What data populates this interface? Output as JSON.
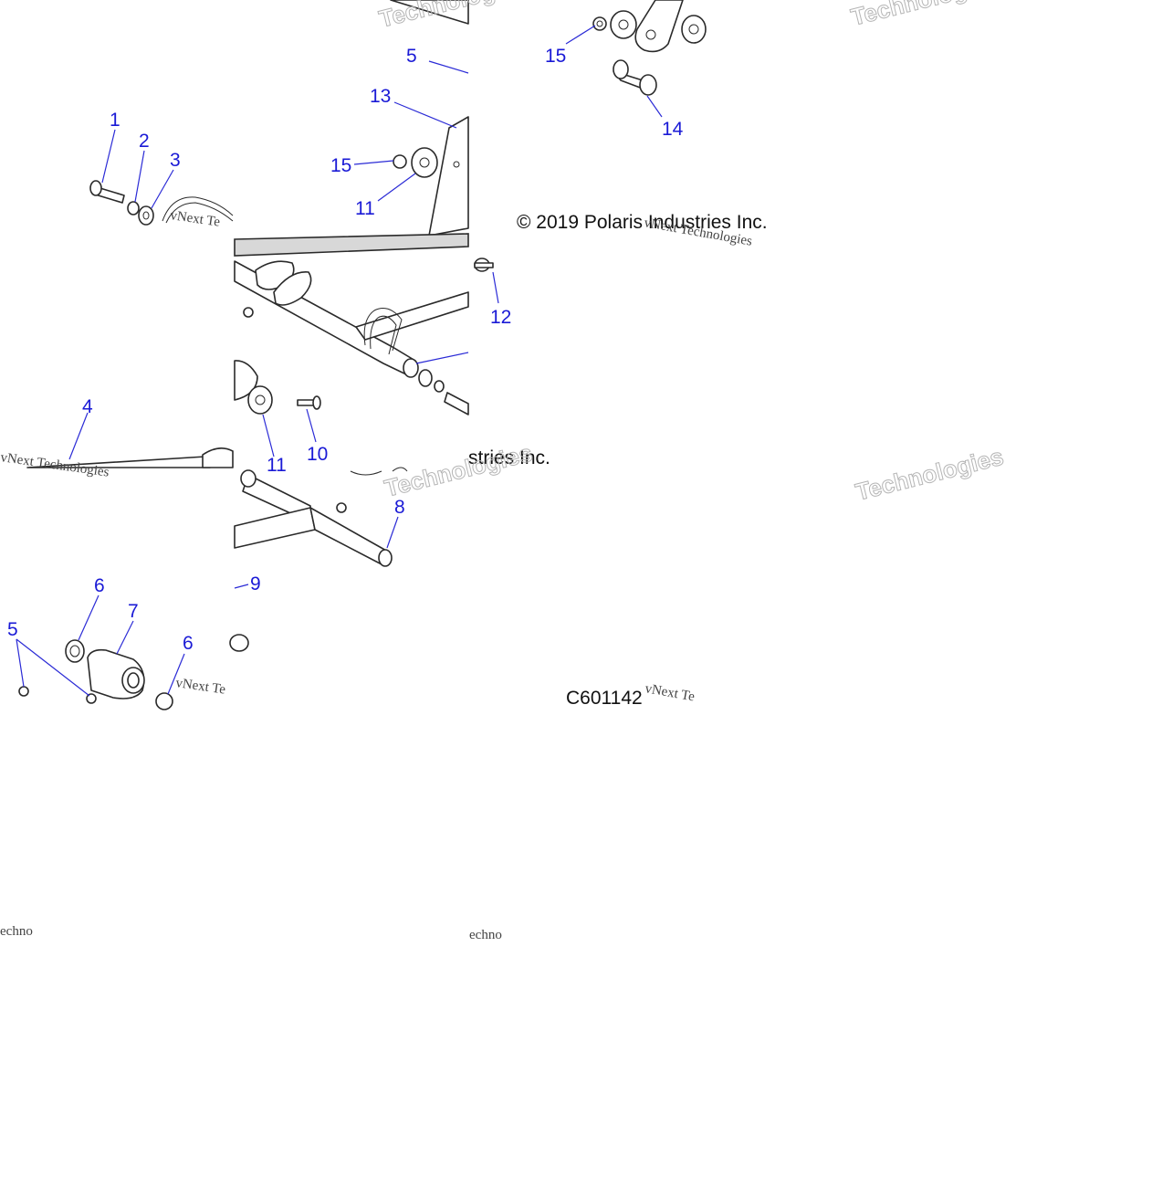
{
  "diagram": {
    "copyright": "© 2019 Polaris Industries Inc.",
    "copyright_fragment_a": "© 2019 Polaris Industries Inc.",
    "copyright_fragment_b": "stries Inc.",
    "figure_code": "C601142",
    "callouts": [
      "1",
      "2",
      "3",
      "4",
      "5",
      "6",
      "7",
      "8",
      "9",
      "10",
      "11",
      "12",
      "13",
      "14",
      "15"
    ],
    "watermark_big": "Technologies",
    "watermark_brand": "vNext Technologies",
    "watermark_brand_short": "vNext Te",
    "watermark_fragment": "echno"
  }
}
